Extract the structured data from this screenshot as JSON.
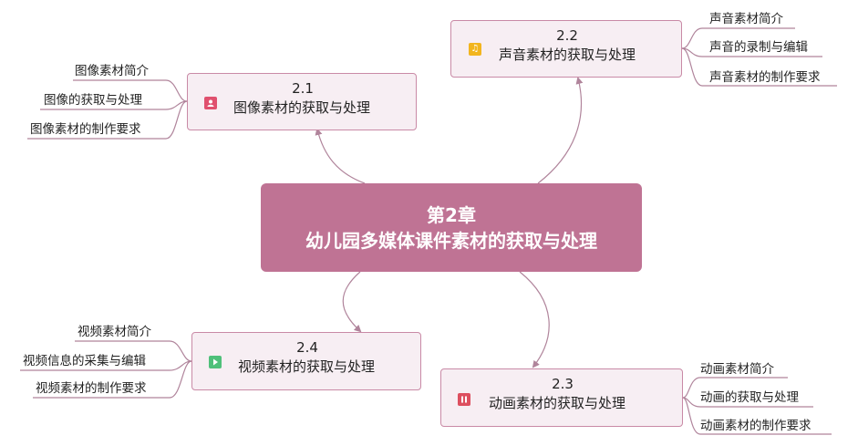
{
  "central": {
    "line1": "第2章",
    "line2": "幼儿园多媒体课件素材的获取与处理"
  },
  "topics": {
    "t21": {
      "number": "2.1",
      "title": "图像素材的获取与处理",
      "icon": "portrait-icon",
      "icon_color": "#e0506e",
      "items": [
        "图像素材简介",
        "图像的获取与处理",
        "图像素材的制作要求"
      ]
    },
    "t22": {
      "number": "2.2",
      "title": "声音素材的获取与处理",
      "icon": "music-note-icon",
      "icon_color": "#f2b51e",
      "items": [
        "声音素材简介",
        "声音的录制与编辑",
        "声音素材的制作要求"
      ]
    },
    "t23": {
      "number": "2.3",
      "title": "动画素材的获取与处理",
      "icon": "pause-icon",
      "icon_color": "#dd4f5f",
      "items": [
        "动画素材简介",
        "动画的获取与处理",
        "动画素材的制作要求"
      ]
    },
    "t24": {
      "number": "2.4",
      "title": "视频素材的获取与处理",
      "icon": "play-icon",
      "icon_color": "#4fc07a",
      "items": [
        "视频素材简介",
        "视频信息的采集与编辑",
        "视频素材的制作要求"
      ]
    }
  },
  "colors": {
    "central_fill": "#bf7394",
    "connector": "#b0849b",
    "topic_fill": "#f7eef3"
  }
}
